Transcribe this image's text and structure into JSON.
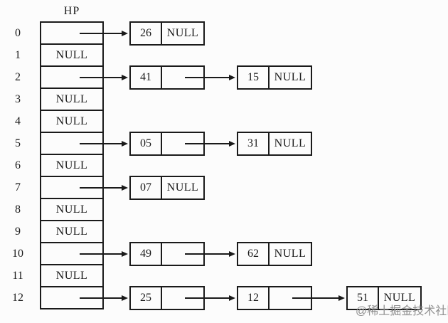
{
  "diagram": {
    "type": "hash-table-separate-chaining",
    "title": "HP",
    "null_label": "NULL",
    "watermark": "@稀土掘金技术社区",
    "colors": {
      "line": "#1a1a1a",
      "background": "#fcfcfc",
      "watermark": "#8f8f8f"
    },
    "buckets": [
      {
        "index": "0",
        "slot": "pointer",
        "chain": [
          "26"
        ]
      },
      {
        "index": "1",
        "slot": "null",
        "chain": []
      },
      {
        "index": "2",
        "slot": "pointer",
        "chain": [
          "41",
          "15"
        ]
      },
      {
        "index": "3",
        "slot": "null",
        "chain": []
      },
      {
        "index": "4",
        "slot": "null",
        "chain": []
      },
      {
        "index": "5",
        "slot": "pointer",
        "chain": [
          "05",
          "31"
        ]
      },
      {
        "index": "6",
        "slot": "null",
        "chain": []
      },
      {
        "index": "7",
        "slot": "pointer",
        "chain": [
          "07"
        ]
      },
      {
        "index": "8",
        "slot": "null",
        "chain": []
      },
      {
        "index": "9",
        "slot": "null",
        "chain": []
      },
      {
        "index": "10",
        "slot": "pointer",
        "chain": [
          "49",
          "62"
        ]
      },
      {
        "index": "11",
        "slot": "null",
        "chain": []
      },
      {
        "index": "12",
        "slot": "pointer",
        "chain": [
          "25",
          "12",
          "51"
        ]
      }
    ]
  }
}
